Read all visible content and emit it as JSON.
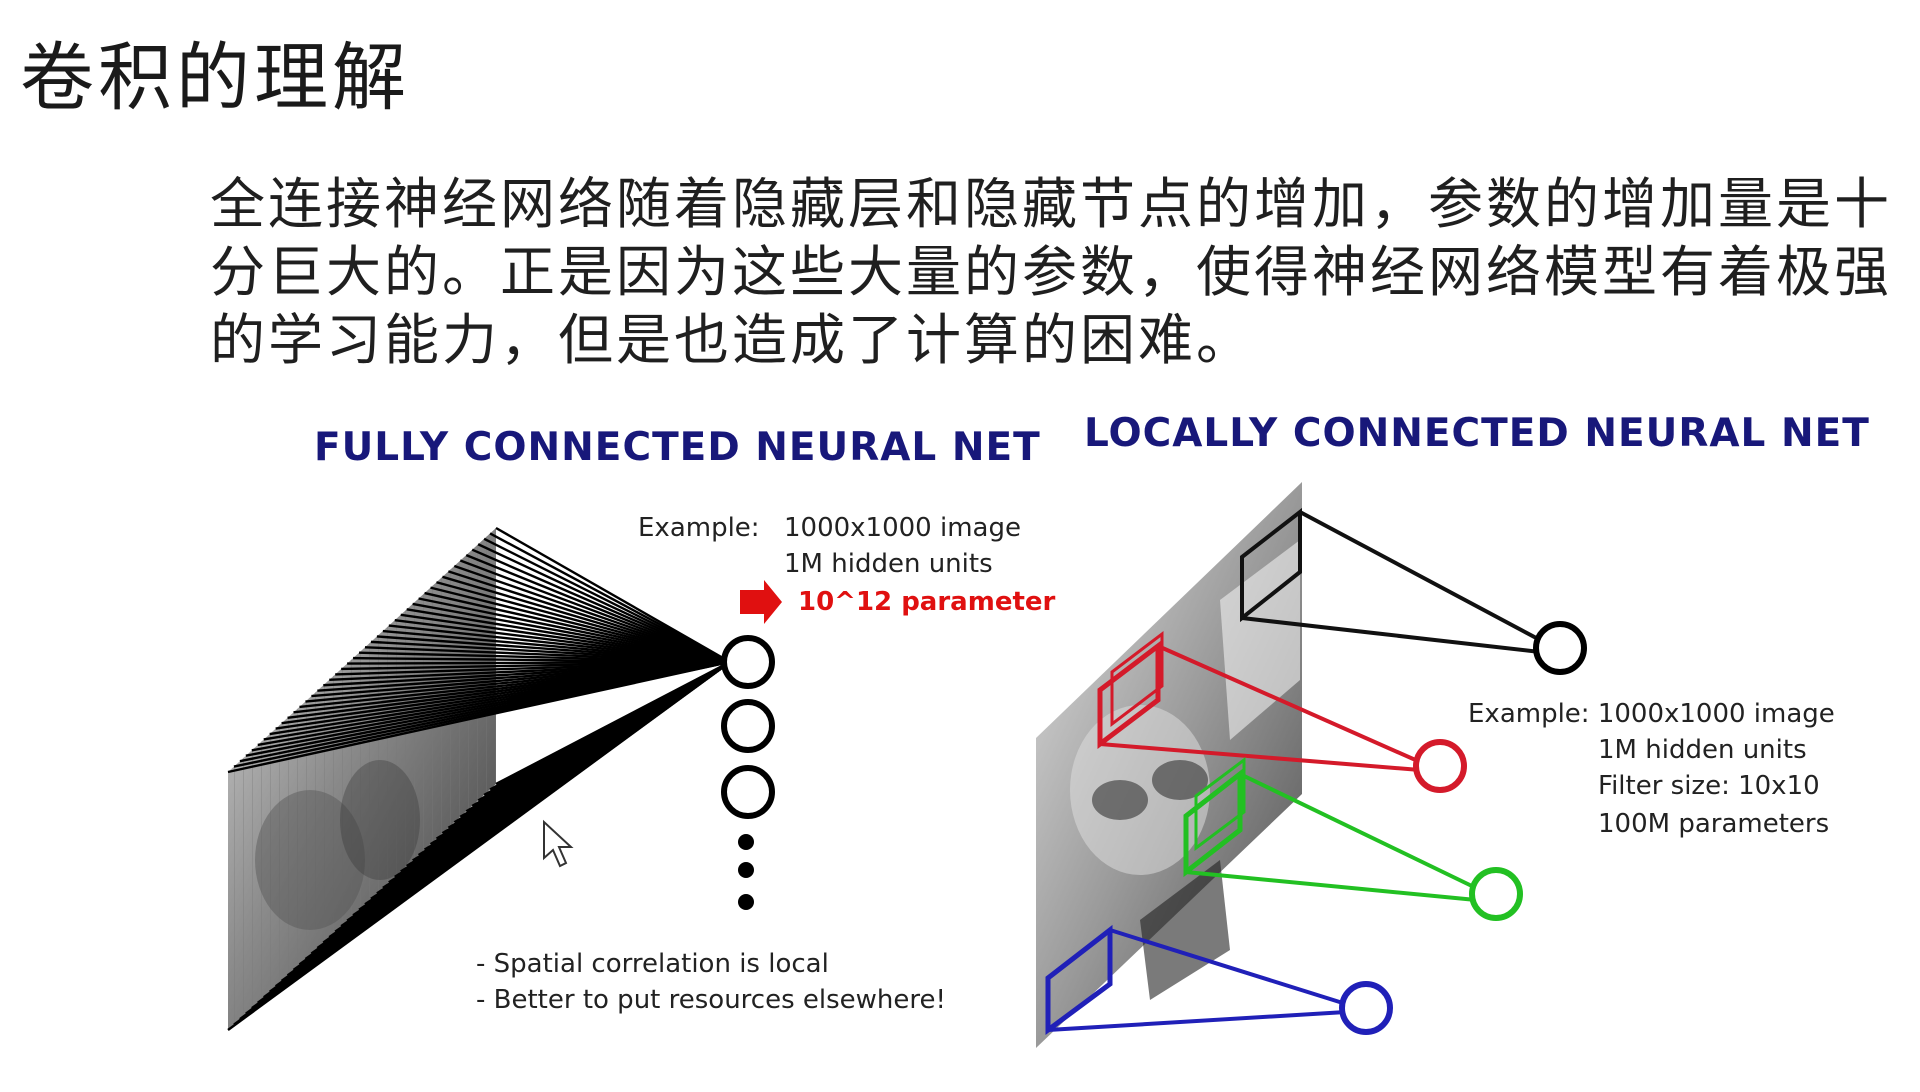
{
  "title": "卷积的理解",
  "paragraph": "全连接神经网络随着隐藏层和隐藏节点的增加，参数的增加量是十分巨大的。正是因为这些大量的参数，使得神经网络模型有着极强的学习能力，但是也造成了计算的困难。",
  "fully_connected": {
    "heading": "FULLY CONNECTED NEURAL NET",
    "example_label": "Example:",
    "example_image": "1000x1000 image",
    "example_units": "1M hidden units",
    "example_params": "10^12 parameter",
    "note_1": "- Spatial correlation is local",
    "note_2": "- Better to put resources elsewhere!"
  },
  "locally_connected": {
    "heading": "LOCALLY CONNECTED NEURAL NET",
    "example_image": "Example: 1000x1000 image",
    "example_units": "1M hidden units",
    "filter_size": "Filter size: 10x10",
    "params": "100M parameters"
  },
  "colors": {
    "heading": "#18187a",
    "highlight": "#e01010",
    "filter_black": "#111111",
    "filter_red": "#d41a2a",
    "filter_green": "#22c022",
    "filter_blue": "#2020b8"
  }
}
